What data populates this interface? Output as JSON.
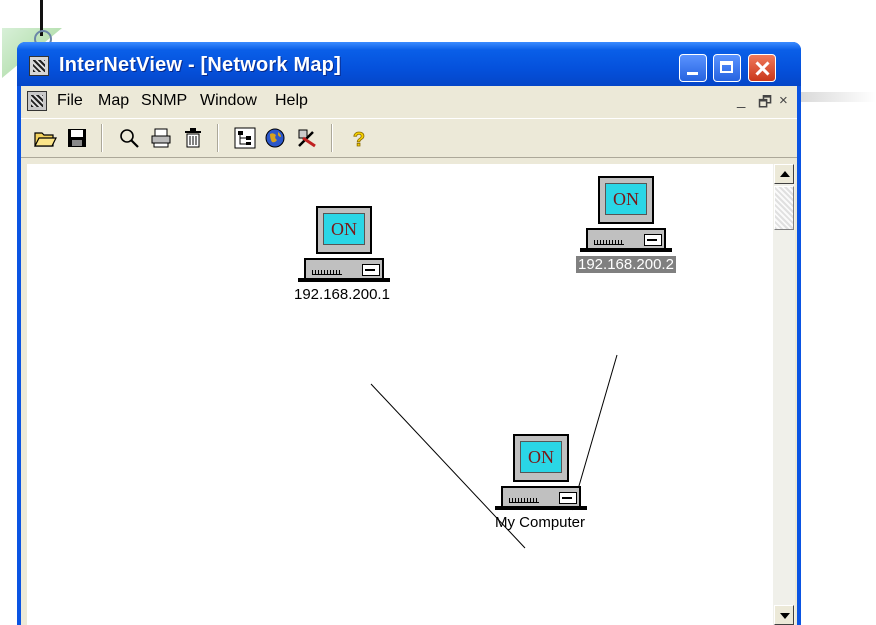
{
  "window": {
    "title": "InterNetView - [Network Map]"
  },
  "menu": {
    "items": [
      "File",
      "Map",
      "SNMP",
      "Window",
      "Help"
    ],
    "mdi_controls": [
      "_",
      "🗗",
      "×"
    ]
  },
  "toolbar": {
    "tools": [
      "open-folder-icon",
      "save-icon",
      "search-icon",
      "print-icon",
      "delete-icon",
      "map-tree-icon",
      "globe-icon",
      "tools-icon",
      "help-icon"
    ]
  },
  "map": {
    "nodes": [
      {
        "id": "node-1",
        "screen": "ON",
        "label": "192.168.200.1",
        "selected": false
      },
      {
        "id": "node-2",
        "screen": "ON",
        "label": "192.168.200.2",
        "selected": true
      },
      {
        "id": "node-3",
        "screen": "ON",
        "label": "My Computer",
        "selected": false
      }
    ],
    "links": [
      {
        "from": "node-1",
        "to": "node-3"
      },
      {
        "from": "node-2",
        "to": "node-3"
      }
    ]
  },
  "colors": {
    "titlebar": "#0551dc",
    "screen": "#2ad6e6",
    "screen_text": "#7a1818",
    "selected_label_bg": "#808080"
  }
}
